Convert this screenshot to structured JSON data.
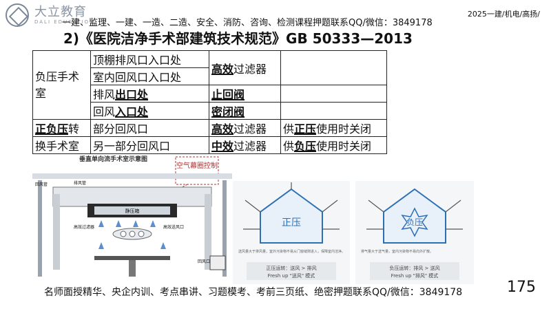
{
  "header": {
    "logo_cn": "大立教育",
    "logo_en": "DALI EDUCATION",
    "banner": "一建、监理、一建、一造、二造、安全、消防、咨询、检测课程押题联系QQ/微信：3849178",
    "top_right": "2025一建/机电/高扬/",
    "heading": "2)《医院洁净手术部建筑技术规范》GB 50333—2013"
  },
  "table": {
    "group1": "负压手术室",
    "r1c2": "顶棚排风口入口处",
    "r2c2": "室内回风口入口处",
    "r1c3_a": "高效",
    "r1c3_b": "过滤器",
    "r3c2_a": "排风",
    "r3c2_b": "出口处",
    "r3c3": "止回阀",
    "r4c2_a": "回风",
    "r4c2_b": "入口处",
    "r4c3": "密闭阀",
    "group2_a": "正负压",
    "group2_b": "转",
    "group2_c": "换手术室",
    "r5c2": "部分回风口",
    "r5c3_a": "高效",
    "r5c3_b": "过滤器",
    "r5c4_a": "供",
    "r5c4_b": "正压",
    "r5c4_c": "使用时关闭",
    "r6c2": "另一部分回风口",
    "r6c3_a": "中效",
    "r6c3_b": "过滤器",
    "r6c4_a": "供",
    "r6c4_b": "负压",
    "r6c4_c": "使用时关闭"
  },
  "figure_left": {
    "title": "垂直单向流手术室示意图",
    "callout": "空气幕圈控制",
    "labels": {
      "return_air": "回风管",
      "exhaust": "排风管",
      "static_box": "静压箱",
      "filter": "高效过滤器",
      "outlet": "高效送风口",
      "return_vent": "回风口"
    }
  },
  "figure_right": {
    "positive": "正压",
    "negative": "负压",
    "pos_caption": "正压运转：送风 > 排风",
    "pos_caption2": "Fresh up \"送风\" 模式",
    "neg_caption": "负压运转：排风 > 送风",
    "neg_caption2": "Fresh up \"排风\" 模式",
    "pos_desc": "送风量大于排风量，室外污染物不易从门窗缝隙进入，保障室内洁净。",
    "neg_desc": "排气量大于送气量，室内污染物不易向外扩散。",
    "accent": "#2b6fb5"
  },
  "footer": {
    "text": "名师面授精华、央企内训、考点串讲、习题模考、考前三页纸、绝密押题联系QQ/微信：3849178",
    "page": "175"
  }
}
